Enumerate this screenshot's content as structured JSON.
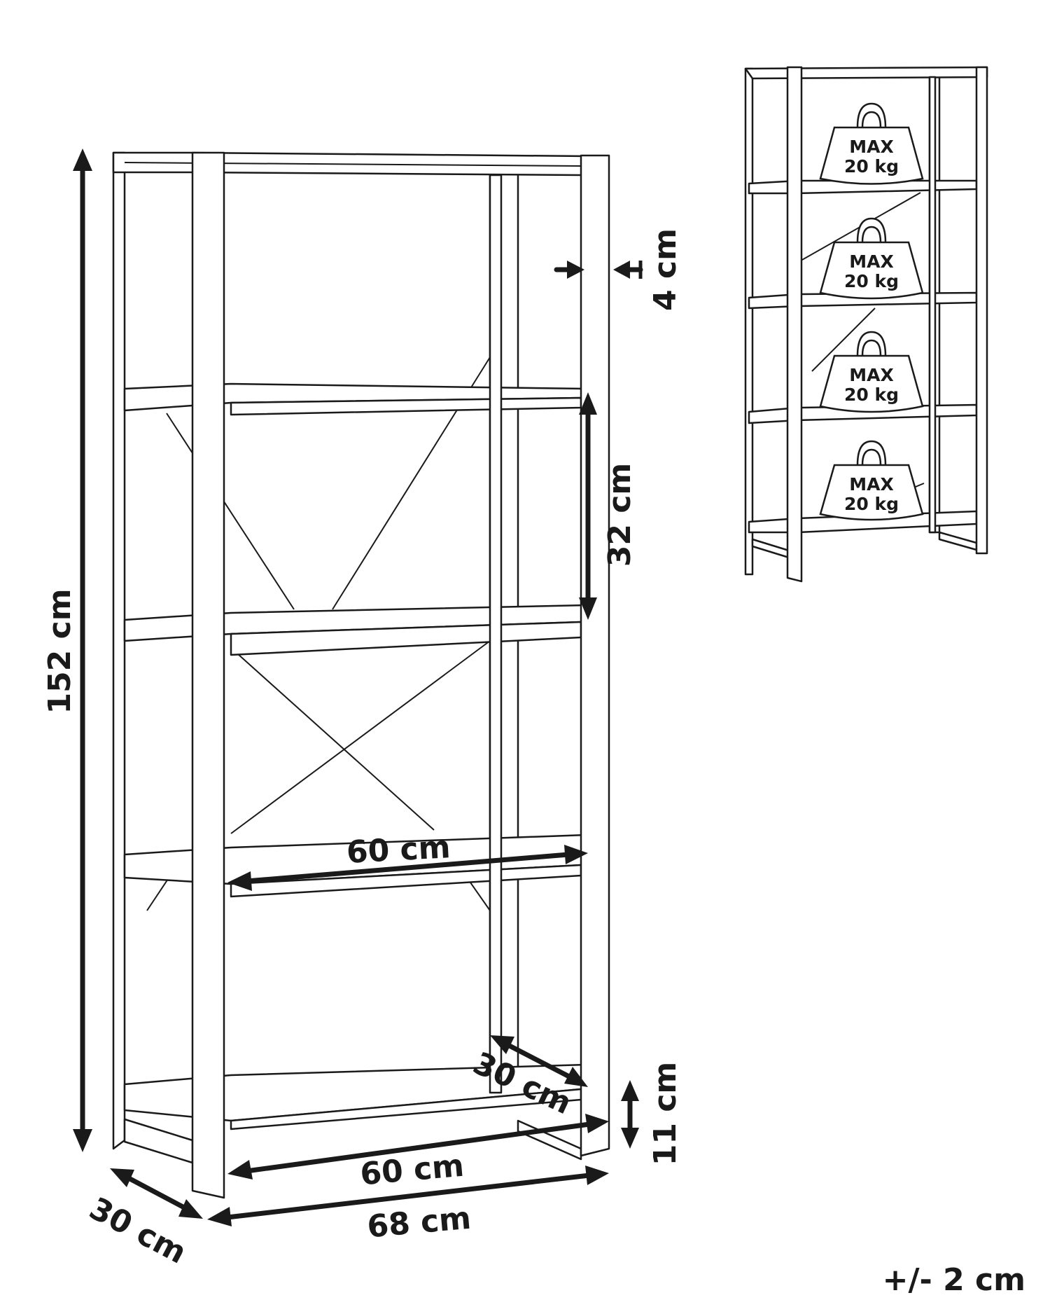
{
  "dimensions": {
    "height_total": "152 cm",
    "frame_thickness": "4 cm",
    "shelf_spacing": "32 cm",
    "inner_width": "60 cm",
    "shelf_depth": "30 cm",
    "bottom_width": "60 cm",
    "overall_width": "68 cm",
    "overall_depth": "30 cm",
    "bottom_clearance": "11 cm"
  },
  "tolerance": "+/- 2 cm",
  "load_labels": [
    {
      "line1": "MAX",
      "line2": "20 kg"
    },
    {
      "line1": "MAX",
      "line2": "20 kg"
    },
    {
      "line1": "MAX",
      "line2": "20 kg"
    },
    {
      "line1": "MAX",
      "line2": "20 kg"
    }
  ]
}
